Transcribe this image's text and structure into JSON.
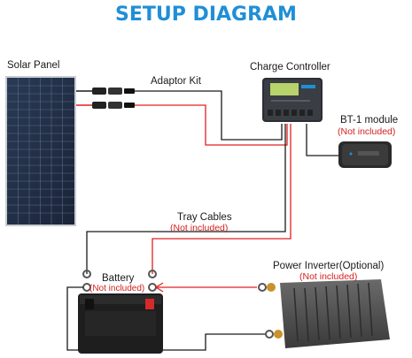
{
  "title": "SETUP DIAGRAM",
  "title_color": "#1f8fd6",
  "wire_colors": {
    "positive": "#e02020",
    "negative": "#1a1a1a"
  },
  "labels": {
    "solar_panel": "Solar Panel",
    "adaptor_kit": "Adaptor Kit",
    "charge_controller": "Charge Controller",
    "bt1_module": "BT-1 module",
    "bt1_note": "(Not included)",
    "tray_cables": "Tray Cables",
    "tray_note": "(Not included)",
    "battery": "Battery",
    "battery_note": "(Not included)",
    "inverter": "Power Inverter(Optional)",
    "inverter_note": "(Not included)"
  },
  "icons": {
    "solar_panel": "solar-panel-icon",
    "controller": "charge-controller-icon",
    "bt1": "bt1-module-icon",
    "battery": "battery-icon",
    "inverter": "power-inverter-icon"
  }
}
